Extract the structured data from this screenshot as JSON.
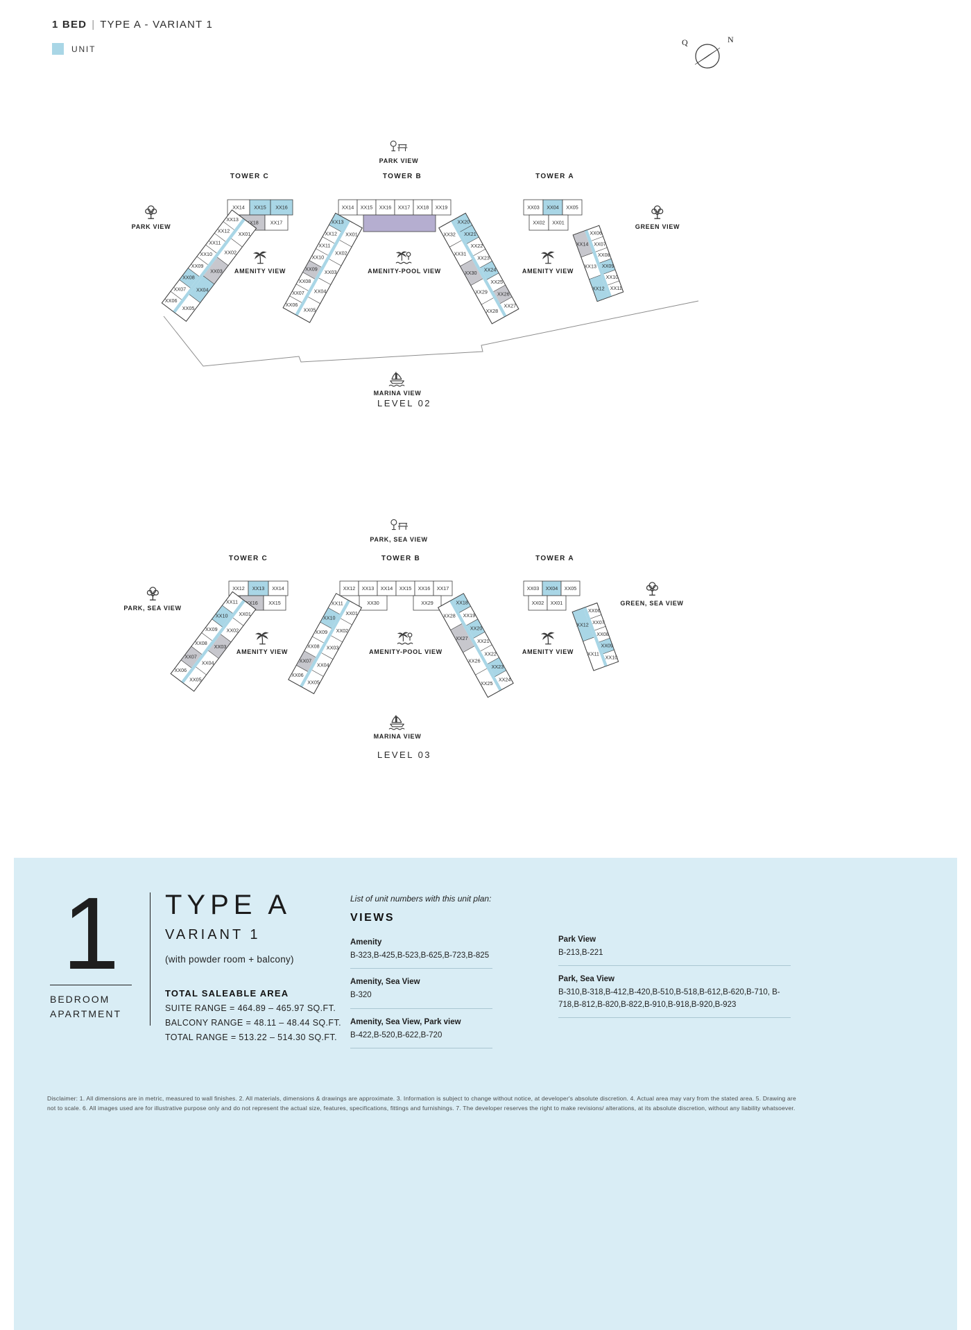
{
  "header": {
    "title_bold": "1 BED",
    "separator": "|",
    "title_rest": "TYPE A - VARIANT 1"
  },
  "legend": {
    "label": "UNIT"
  },
  "compass": {
    "qibla": "Q",
    "north": "N"
  },
  "colors": {
    "unit": "#a9d6e6",
    "core": "#c7c7cd",
    "amenity_block": "#b5aed0",
    "panel_bg": "#d9edf5"
  },
  "levels": [
    {
      "caption": "LEVEL 02",
      "views": {
        "top": {
          "label": "PARK VIEW",
          "icon": "park-icon"
        },
        "left": {
          "label": "PARK VIEW",
          "icon": "tree-icon"
        },
        "right": {
          "label": "GREEN VIEW",
          "icon": "tree-icon"
        },
        "amenity_left": {
          "label": "AMENITY VIEW",
          "icon": "palm-icon"
        },
        "amenity_center": {
          "label": "AMENITY-POOL VIEW",
          "icon": "pool-icon"
        },
        "amenity_right": {
          "label": "AMENITY VIEW",
          "icon": "palm-icon"
        },
        "bottom": {
          "label": "MARINA VIEW",
          "icon": "boat-icon"
        }
      },
      "towers": [
        {
          "name": "TOWER C",
          "rows": [
            [
              "XX14",
              "XX15",
              "XX16"
            ],
            [
              "XX18",
              "XX17"
            ]
          ],
          "wings": [
            {
              "outer": [
                "XX13",
                "XX12",
                "XX11",
                "XX10",
                "XX09",
                "XX08",
                "XX07",
                "XX06"
              ],
              "inner": [
                "XX01",
                "XX02",
                "XX03",
                "XX04",
                "XX05"
              ]
            }
          ]
        },
        {
          "name": "TOWER B",
          "rows": [
            [
              "XX14",
              "XX15",
              "XX16",
              "XX17",
              "XX18",
              "XX19"
            ]
          ],
          "wings": [
            {
              "outer": [
                "XX13",
                "XX12",
                "XX11",
                "XX10",
                "XX09",
                "XX08",
                "XX07",
                "XX06"
              ],
              "inner": [
                "XX01",
                "XX02",
                "XX03",
                "XX04",
                "XX05"
              ]
            },
            {
              "outer": [
                "XX20",
                "XX21",
                "XX22",
                "XX23",
                "XX24",
                "XX25",
                "XX26",
                "XX27"
              ],
              "inner": [
                "XX32",
                "XX31",
                "XX30",
                "XX29",
                "XX28"
              ]
            }
          ]
        },
        {
          "name": "TOWER A",
          "rows": [
            [
              "XX03",
              "XX04",
              "XX05"
            ],
            [
              "XX02",
              "XX01"
            ]
          ],
          "wings": [
            {
              "outer": [
                "XX06",
                "XX07",
                "XX08",
                "XX09",
                "XX10",
                "XX11"
              ],
              "inner": [
                "XX14",
                "XX13",
                "XX12"
              ]
            }
          ]
        }
      ]
    },
    {
      "caption": "LEVEL 03",
      "views": {
        "top": {
          "label": "PARK, SEA VIEW",
          "icon": "park-icon"
        },
        "left": {
          "label": "PARK, SEA VIEW",
          "icon": "tree-icon"
        },
        "right": {
          "label": "GREEN, SEA VIEW",
          "icon": "tree-icon"
        },
        "amenity_left": {
          "label": "AMENITY VIEW",
          "icon": "palm-icon"
        },
        "amenity_center": {
          "label": "AMENITY-POOL VIEW",
          "icon": "pool-icon"
        },
        "amenity_right": {
          "label": "AMENITY VIEW",
          "icon": "palm-icon"
        },
        "bottom": {
          "label": "MARINA VIEW",
          "icon": "boat-icon"
        }
      },
      "towers": [
        {
          "name": "TOWER C",
          "rows": [
            [
              "XX12",
              "XX13",
              "XX14"
            ],
            [
              "XX16",
              "XX15"
            ]
          ],
          "wings": [
            {
              "outer": [
                "XX11",
                "XX10",
                "XX09",
                "XX08",
                "XX07",
                "XX06"
              ],
              "inner": [
                "XX01",
                "XX02",
                "XX03",
                "XX04",
                "XX05"
              ]
            }
          ]
        },
        {
          "name": "TOWER B",
          "rows": [
            [
              "XX12",
              "XX13",
              "XX14",
              "XX15",
              "XX16",
              "XX17"
            ],
            [
              "XX30"
            ],
            [
              "XX29"
            ]
          ],
          "wings": [
            {
              "outer": [
                "XX11",
                "XX10",
                "XX09",
                "XX08",
                "XX07",
                "XX06"
              ],
              "inner": [
                "XX01",
                "XX02",
                "XX03",
                "XX04",
                "XX05"
              ]
            },
            {
              "outer": [
                "XX18",
                "XX19",
                "XX20",
                "XX21",
                "XX22",
                "XX23",
                "XX24"
              ],
              "inner": [
                "XX28",
                "XX27",
                "XX26",
                "XX25"
              ]
            }
          ]
        },
        {
          "name": "TOWER A",
          "rows": [
            [
              "XX03",
              "XX04",
              "XX05"
            ],
            [
              "XX02",
              "XX01"
            ]
          ],
          "wings": [
            {
              "outer": [
                "XX06",
                "XX07",
                "XX08",
                "XX09",
                "XX10"
              ],
              "inner": [
                "XX12",
                "XX11"
              ]
            }
          ]
        }
      ]
    }
  ],
  "panel": {
    "number": "1",
    "number_caption_1": "BEDROOM",
    "number_caption_2": "APARTMENT",
    "type_title": "TYPE A",
    "variant": "VARIANT 1",
    "variant_note": "(with powder room + balcony)",
    "area_title": "TOTAL SALEABLE AREA",
    "area_lines": [
      "SUITE RANGE = 464.89 – 465.97 SQ.FT.",
      "BALCONY RANGE = 48.11 – 48.44 SQ.FT.",
      "TOTAL RANGE = 513.22 – 514.30 SQ.FT."
    ],
    "views_intro": "List of unit numbers with this unit plan:",
    "views_title": "VIEWS",
    "view_groups_left": [
      {
        "label": "Amenity",
        "units": "B-323,B-425,B-523,B-625,B-723,B-825"
      },
      {
        "label": "Amenity, Sea View",
        "units": "B-320"
      },
      {
        "label": "Amenity, Sea View, Park view",
        "units": "B-422,B-520,B-622,B-720"
      }
    ],
    "view_groups_right": [
      {
        "label": "Park View",
        "units": "B-213,B-221"
      },
      {
        "label": "Park, Sea View",
        "units": "B-310,B-318,B-412,B-420,B-510,B-518,B-612,B-620,B-710, B-718,B-812,B-820,B-822,B-910,B-918,B-920,B-923"
      }
    ]
  },
  "disclaimer": "Disclaimer: 1. All dimensions are in metric, measured to wall finishes. 2. All materials, dimensions & drawings are approximate. 3. Information is subject to change without notice, at developer's absolute discretion. 4. Actual area may vary from the stated area. 5. Drawing are not to scale. 6. All images used are for illustrative purpose only and do not represent the actual size, features, specifications, fittings and furnishings. 7. The developer reserves the right to make revisions/ alterations, at its absolute discretion, without any liability whatsoever."
}
